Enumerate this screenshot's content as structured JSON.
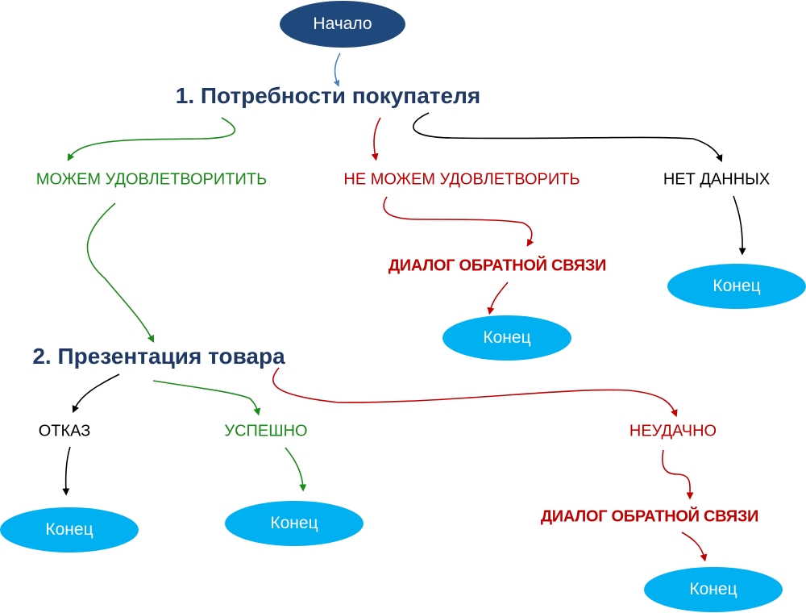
{
  "colors": {
    "start_fill": "#1f497d",
    "end_fill": "#00b0f0",
    "heading_text": "#1f3864",
    "positive": "#1a8a1a",
    "negative": "#c00000",
    "neutral": "#000000",
    "start_arrow": "#4f81bd"
  },
  "nodes": {
    "start": "Начало",
    "step1": "1. Потребности покупателя",
    "can_satisfy": "МОЖЕМ УДОВЛЕТВОРИТИТЬ",
    "cannot_satisfy": "НЕ МОЖЕМ УДОВЛЕТВОРИТЬ",
    "no_data": "НЕТ ДАННЫХ",
    "feedback_1": "ДИАЛОГ ОБРАТНОЙ СВЯЗИ",
    "end_feedback_1": "Конец",
    "end_no_data": "Конец",
    "step2": "2. Презентация товара",
    "refusal": "ОТКАЗ",
    "success": "УСПЕШНО",
    "unsuccessful": "НЕУДАЧНО",
    "end_refusal": "Конец",
    "end_success": "Конец",
    "feedback_2": "ДИАЛОГ ОБРАТНОЙ СВЯЗИ",
    "end_feedback_2": "Конец"
  },
  "edges": [
    {
      "from": "start",
      "to": "step1",
      "color": "start_arrow"
    },
    {
      "from": "step1",
      "to": "can_satisfy",
      "color": "positive"
    },
    {
      "from": "step1",
      "to": "cannot_satisfy",
      "color": "negative"
    },
    {
      "from": "step1",
      "to": "no_data",
      "color": "neutral"
    },
    {
      "from": "cannot_satisfy",
      "to": "feedback_1",
      "color": "negative"
    },
    {
      "from": "feedback_1",
      "to": "end_feedback_1",
      "color": "negative"
    },
    {
      "from": "no_data",
      "to": "end_no_data",
      "color": "neutral"
    },
    {
      "from": "can_satisfy",
      "to": "step2",
      "color": "positive"
    },
    {
      "from": "step2",
      "to": "refusal",
      "color": "neutral"
    },
    {
      "from": "step2",
      "to": "success",
      "color": "positive"
    },
    {
      "from": "step2",
      "to": "unsuccessful",
      "color": "negative"
    },
    {
      "from": "refusal",
      "to": "end_refusal",
      "color": "neutral"
    },
    {
      "from": "success",
      "to": "end_success",
      "color": "positive"
    },
    {
      "from": "unsuccessful",
      "to": "feedback_2",
      "color": "negative"
    },
    {
      "from": "feedback_2",
      "to": "end_feedback_2",
      "color": "negative"
    }
  ]
}
